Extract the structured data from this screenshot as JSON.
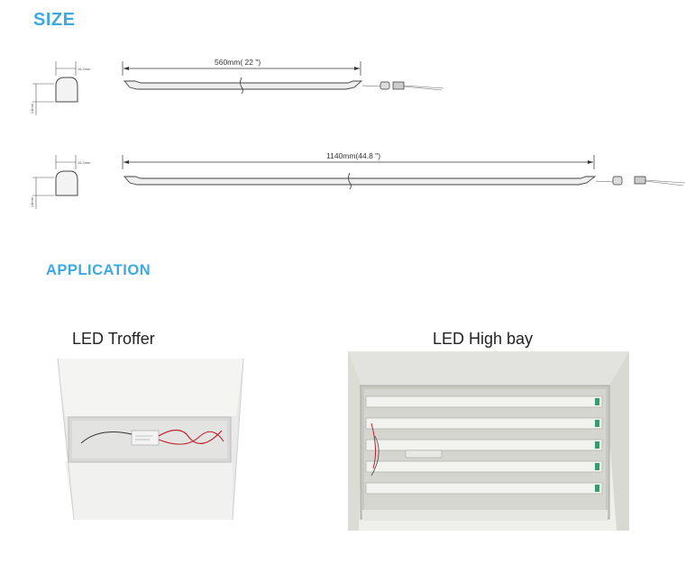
{
  "sections": {
    "size": {
      "heading": "SIZE"
    },
    "application": {
      "heading": "APPLICATION"
    }
  },
  "drawings": [
    {
      "length_label": "560mm( 22 \")",
      "profile_width": "16.2mm",
      "profile_height": "14mm"
    },
    {
      "length_label": "1140mm(44.8 \")",
      "profile_width": "16.2mm",
      "profile_height": "14mm"
    }
  ],
  "photos": [
    {
      "title": "LED Troffer"
    },
    {
      "title": "LED High bay"
    }
  ]
}
